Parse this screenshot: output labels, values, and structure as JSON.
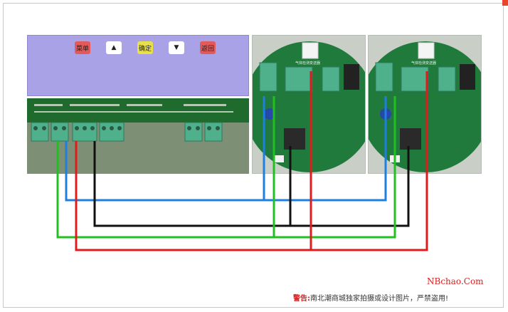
{
  "panel": {
    "keys": [
      {
        "label": "菜单",
        "color": "#e35a5a"
      },
      {
        "label": "▲",
        "color": "#ffffff"
      },
      {
        "label": "确定",
        "color": "#e8e04a"
      },
      {
        "label": "▼",
        "color": "#ffffff"
      },
      {
        "label": "返回",
        "color": "#e35a5a"
      }
    ]
  },
  "board_label": "气体检测变送器",
  "wire_colors": {
    "blue": "#1e7fe0",
    "green": "#20c020",
    "black": "#111111",
    "red": "#e01b1b"
  },
  "watermark": {
    "brand_main": "NBchao",
    "brand_dot": ".",
    "brand_tail": "Com",
    "warning_label": "警告:",
    "warning_text": "南北潮商城独家拍摄或设计图片，严禁盗用!"
  }
}
